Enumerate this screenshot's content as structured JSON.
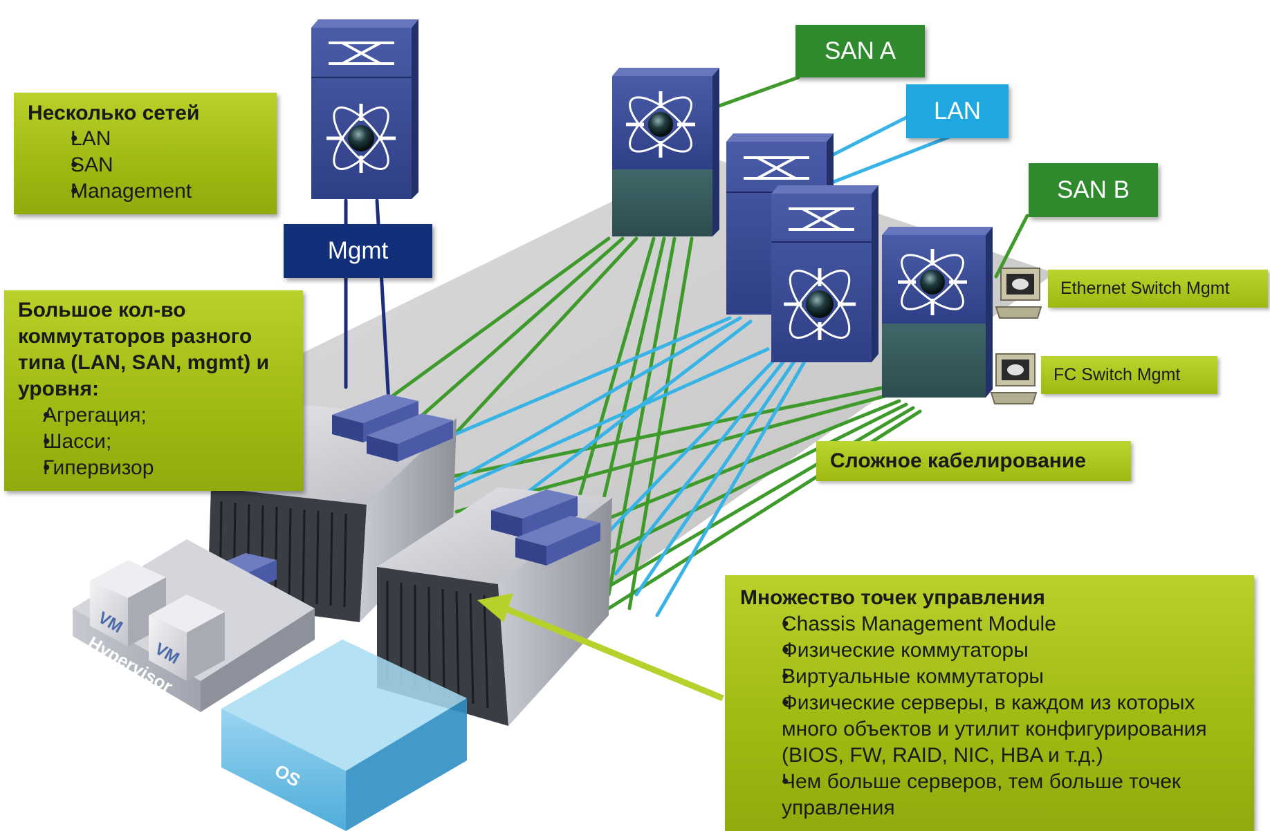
{
  "labels": {
    "san_a": "SAN A",
    "lan": "LAN",
    "san_b": "SAN B",
    "mgmt": "Mgmt",
    "eth_switch_mgmt": "Ethernet Switch Mgmt",
    "fc_switch_mgmt": "FC Switch Mgmt",
    "complex_cabling": "Сложное кабелирование",
    "vm1": "VM",
    "vm2": "VM",
    "hypervisor": "Hypervisor",
    "os": "OS"
  },
  "networks_box": {
    "title": "Несколько сетей",
    "items": [
      "LAN",
      "SAN",
      "Management"
    ]
  },
  "switches_box": {
    "title": "Большое кол-во коммутаторов разного типа (LAN, SAN, mgmt) и уровня:",
    "items": [
      "Агрегация;",
      "Шасси;",
      "Гипервизор"
    ]
  },
  "mgmt_points_box": {
    "title": "Множество точек управления",
    "items": [
      "Chassis Management Module",
      "Физические коммутаторы",
      "Виртуальные коммутаторы",
      "Физические серверы, в каждом из которых много объектов и утилит конфигурирования (BIOS, FW, RAID, NIC, HBA и т.д.)",
      "Чем больше серверов, тем больше точек управления"
    ]
  },
  "colors": {
    "callout_green": "#a6bf1a",
    "san_green": "#2f8a2e",
    "lan_blue": "#1fa8e0",
    "mgmt_navy": "#12307a",
    "switch_blue": "#3d4f9a",
    "cable_green": "#3f9a2c",
    "cable_blue": "#38b3e6",
    "cable_navy": "#1c2e7a"
  },
  "icons": [
    "switch-icon",
    "fabric-switch-icon",
    "server-chassis-icon",
    "computer-terminal-icon",
    "virtual-switch-icon"
  ]
}
